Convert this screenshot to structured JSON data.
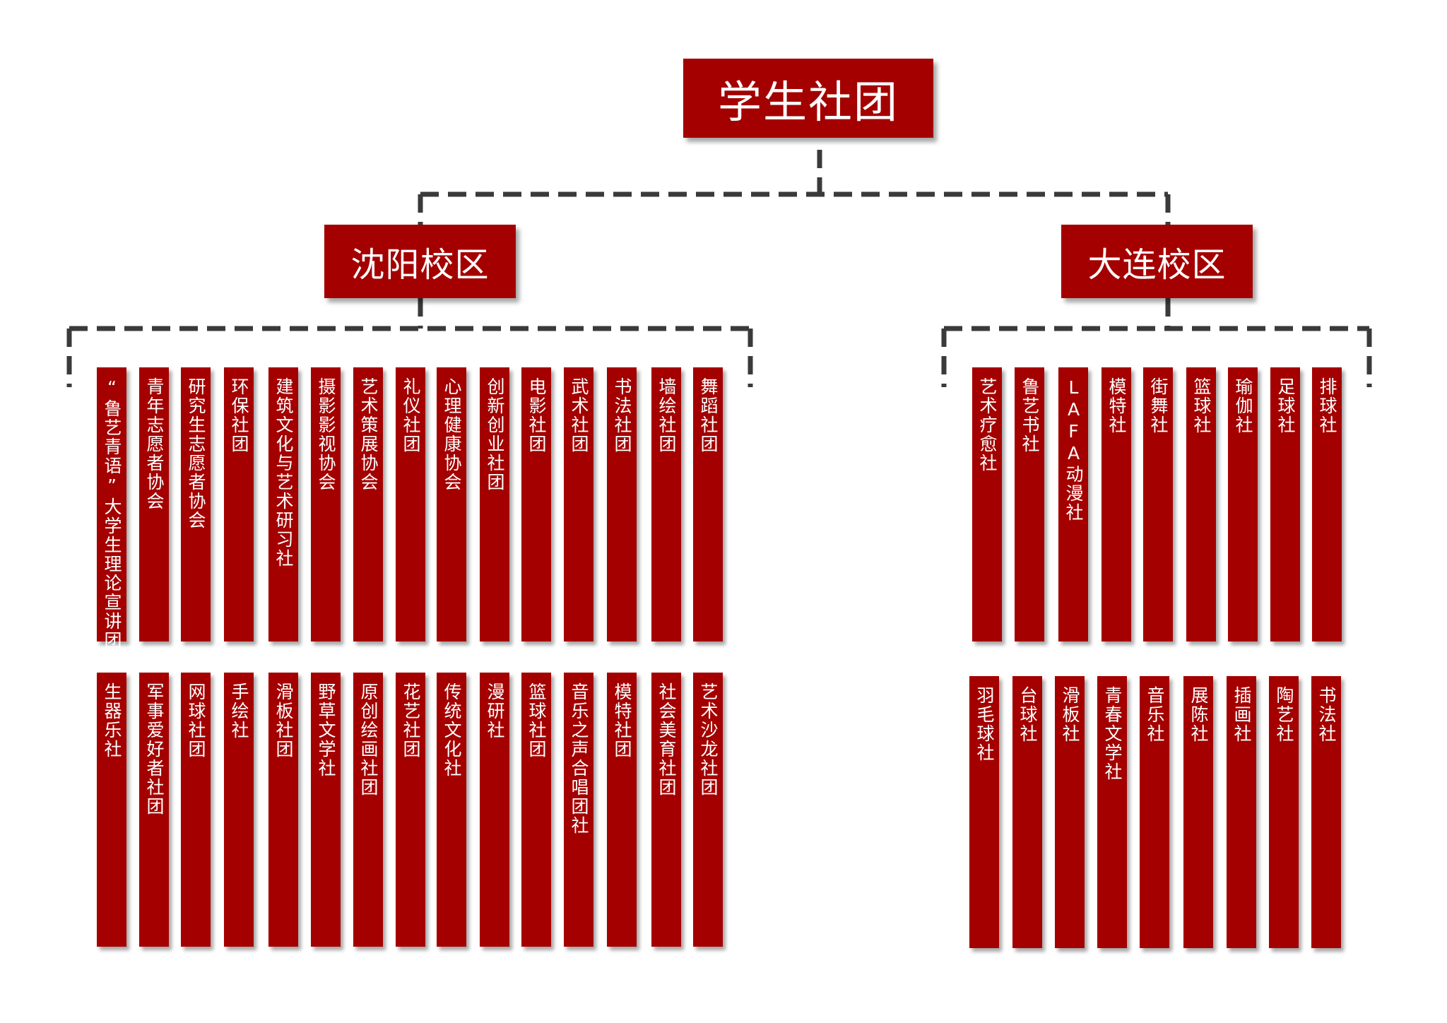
{
  "root": {
    "label": "学生社团"
  },
  "campuses": [
    {
      "label": "沈阳校区",
      "rows": [
        [
          "“鲁艺青语”大学生理论宣讲团",
          "青年志愿者协会",
          "研究生志愿者协会",
          "环保社团",
          "建筑文化与艺术研习社",
          "摄影影视协会",
          "艺术策展协会",
          "礼仪社团",
          "心理健康协会",
          "创新创业社团",
          "电影社团",
          "武术社团",
          "书法社团",
          "墙绘社团",
          "舞蹈社团"
        ],
        [
          "生器乐社",
          "军事爱好者社团",
          "网球社团",
          "手绘社",
          "滑板社团",
          "野草文学社",
          "原创绘画社团",
          "花艺社团",
          "传统文化社",
          "漫研社",
          "篮球社团",
          "音乐之声合唱团社",
          "模特社团",
          "社会美育社团",
          "艺术沙龙社团"
        ]
      ]
    },
    {
      "label": "大连校区",
      "rows": [
        [
          "艺术疗愈社",
          "鲁艺书社",
          "LAFA动漫社",
          "模特社",
          "街舞社",
          "篮球社",
          "瑜伽社",
          "足球社",
          "排球社"
        ],
        [
          "羽毛球社",
          "台球社",
          "滑板社",
          "青春文学社",
          "音乐社",
          "展陈社",
          "插画社",
          "陶艺社",
          "书法社"
        ]
      ]
    }
  ]
}
